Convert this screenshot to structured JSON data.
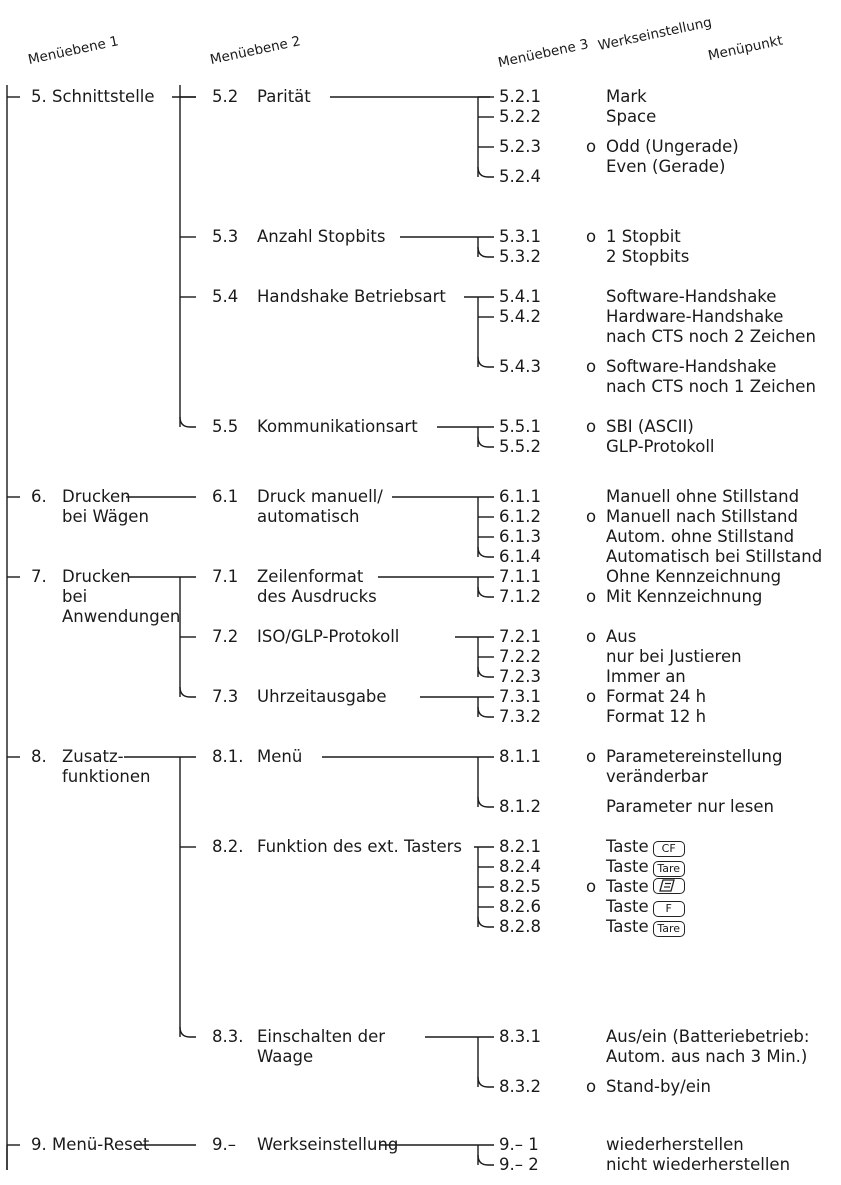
{
  "headers": {
    "level1": "Menüebene 1",
    "level2": "Menüebene 2",
    "level3": "Menüebene 3",
    "default": "Werkseinstellung",
    "item": "Menüpunkt"
  },
  "level1": {
    "m5": {
      "num": "5.",
      "label": "Schnittstelle"
    },
    "m6": {
      "num": "6.",
      "label1": "Drucken",
      "label2": "bei Wägen"
    },
    "m7": {
      "num": "7.",
      "label1": "Drucken",
      "label2": "bei",
      "label3": "Anwendungen"
    },
    "m8": {
      "num": "8.",
      "label1": "Zusatz-",
      "label2": "funktionen"
    },
    "m9": {
      "num": "9.",
      "label": "Menü-Reset"
    }
  },
  "level2": {
    "s52": {
      "num": "5.2",
      "label": "Parität"
    },
    "s53": {
      "num": "5.3",
      "label": "Anzahl Stopbits"
    },
    "s54": {
      "num": "5.4",
      "label": "Handshake Betriebsart"
    },
    "s55": {
      "num": "5.5",
      "label": "Kommunikationsart"
    },
    "s61": {
      "num": "6.1",
      "label1": "Druck manuell/",
      "label2": "automatisch"
    },
    "s71": {
      "num": "7.1",
      "label1": "Zeilenformat",
      "label2": "des Ausdrucks"
    },
    "s72": {
      "num": "7.2",
      "label": "ISO/GLP-Protokoll"
    },
    "s73": {
      "num": "7.3",
      "label": "Uhrzeitausgabe"
    },
    "s81": {
      "num": "8.1.",
      "label": "Menü"
    },
    "s82": {
      "num": "8.2.",
      "label": "Funktion des ext. Tasters"
    },
    "s83": {
      "num": "8.3.",
      "label1": "Einschalten der",
      "label2": "Waage"
    },
    "s9": {
      "num": "9.–",
      "label": "Werkseinstellung"
    }
  },
  "level3": {
    "i521": {
      "num": "5.2.1",
      "default": "",
      "label": "Mark"
    },
    "i522": {
      "num": "5.2.2",
      "default": "",
      "label": "Space"
    },
    "i523": {
      "num": "5.2.3",
      "default": "o",
      "label": "Odd (Ungerade)"
    },
    "i524": {
      "num": "5.2.4",
      "default": "",
      "label": "Even (Gerade)"
    },
    "i531": {
      "num": "5.3.1",
      "default": "o",
      "label": "1 Stopbit"
    },
    "i532": {
      "num": "5.3.2",
      "default": "",
      "label": "2 Stopbits"
    },
    "i541": {
      "num": "5.4.1",
      "default": "",
      "label": "Software-Handshake"
    },
    "i542": {
      "num": "5.4.2",
      "default": "",
      "label1": "Hardware-Handshake",
      "label2": "nach CTS noch 2 Zeichen"
    },
    "i543": {
      "num": "5.4.3",
      "default": "o",
      "label1": "Software-Handshake",
      "label2": "nach CTS noch 1 Zeichen"
    },
    "i551": {
      "num": "5.5.1",
      "default": "o",
      "label": "SBI (ASCII)"
    },
    "i552": {
      "num": "5.5.2",
      "default": "",
      "label": "GLP-Protokoll"
    },
    "i611": {
      "num": "6.1.1",
      "default": "",
      "label": "Manuell ohne Stillstand"
    },
    "i612": {
      "num": "6.1.2",
      "default": "o",
      "label": "Manuell nach Stillstand"
    },
    "i613": {
      "num": "6.1.3",
      "default": "",
      "label": "Autom. ohne Stillstand"
    },
    "i614": {
      "num": "6.1.4",
      "default": "",
      "label": "Automatisch bei Stillstand"
    },
    "i711": {
      "num": "7.1.1",
      "default": "",
      "label": "Ohne Kennzeichnung"
    },
    "i712": {
      "num": "7.1.2",
      "default": "o",
      "label": "Mit Kennzeichnung"
    },
    "i721": {
      "num": "7.2.1",
      "default": "o",
      "label": "Aus"
    },
    "i722": {
      "num": "7.2.2",
      "default": "",
      "label": "nur bei Justieren"
    },
    "i723": {
      "num": "7.2.3",
      "default": "",
      "label": "Immer an"
    },
    "i731": {
      "num": "7.3.1",
      "default": "o",
      "label": "Format 24 h"
    },
    "i732": {
      "num": "7.3.2",
      "default": "",
      "label": "Format 12 h"
    },
    "i811": {
      "num": "8.1.1",
      "default": "o",
      "label1": "Parametereinstellung",
      "label2": "veränderbar"
    },
    "i812": {
      "num": "8.1.2",
      "default": "",
      "label": "Parameter nur lesen"
    },
    "i821": {
      "num": "8.2.1",
      "default": "",
      "label": "Taste",
      "key": "CF"
    },
    "i824": {
      "num": "8.2.4",
      "default": "",
      "label": "Taste",
      "key": "Tare"
    },
    "i825": {
      "num": "8.2.5",
      "default": "o",
      "label": "Taste",
      "key": "print-key-icon"
    },
    "i826": {
      "num": "8.2.6",
      "default": "",
      "label": "Taste",
      "key": "F"
    },
    "i828": {
      "num": "8.2.8",
      "default": "",
      "label": "Taste",
      "key": "Tare"
    },
    "i831": {
      "num": "8.3.1",
      "default": "",
      "label1": "Aus/ein (Batteriebetrieb:",
      "label2": "Autom. aus nach 3 Min.)"
    },
    "i832": {
      "num": "8.3.2",
      "default": "o",
      "label": "Stand-by/ein"
    },
    "i91": {
      "num": "9.– 1",
      "default": "",
      "label": "wiederherstellen"
    },
    "i92": {
      "num": "9.– 2",
      "default": "",
      "label": "nicht wiederherstellen"
    }
  }
}
